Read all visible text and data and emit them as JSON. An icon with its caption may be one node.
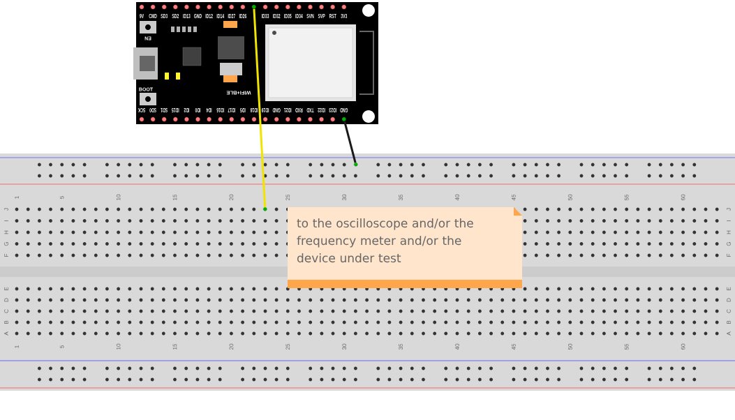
{
  "diagram": {
    "nodes": [
      {
        "text": [],
        "shape": "picture"
      },
      {
        "text": [],
        "shape": "picture"
      },
      {
        "text": [
          "to the oscilloscope and/or the frequency meter and/or the device under test"
        ],
        "in": 1
      },
      {
        "text": [],
        "shape": "circle",
        "in": 0
      },
      {
        "text": [],
        "shape": "circle",
        "in": 0
      },
      {
        "text": [],
        "shape": "circle",
        "in": 1
      },
      {
        "text": [],
        "shape": "circle",
        "in": 1
      }
    ],
    "edges": [
      {
        "from": 3,
        "to": 5,
        "arrow": "none",
        "color": "#f0e400"
      },
      {
        "from": 4,
        "to": 6,
        "arrow": "none",
        "color": "#1a1a1a"
      }
    ],
    "labels": [
      "9V",
      "CMD",
      "SD3",
      "SD2",
      "ID13",
      "GND",
      "ID12",
      "ID14",
      "ID27",
      "ID26",
      "ID33",
      "ID32",
      "ID35",
      "ID34",
      "SVN",
      "SVP",
      "RST",
      "3V3",
      "EN",
      "BOOT",
      "WIFI+BLE",
      "SCK",
      "SD0",
      "SD1",
      "ID15",
      "ID2",
      "ID0",
      "ID4",
      "ID16",
      "ID17",
      "ID5",
      "ID18",
      "ID19",
      "GND",
      "ID21",
      "RXD",
      "TXD",
      "ID22",
      "ID23",
      "GND",
      "1",
      "5",
      "10",
      "15",
      "20",
      "25",
      "30",
      "35",
      "40",
      "45",
      "50",
      "55",
      "60",
      "J",
      "I",
      "H",
      "G",
      "F",
      "E",
      "D",
      "C",
      "B",
      "A",
      "J",
      "I",
      "H",
      "G",
      "F",
      "E",
      "D",
      "C",
      "B",
      "A",
      "1",
      "5",
      "10",
      "15",
      "20",
      "25",
      "30",
      "35",
      "40",
      "45",
      "50",
      "55",
      "60"
    ]
  }
}
